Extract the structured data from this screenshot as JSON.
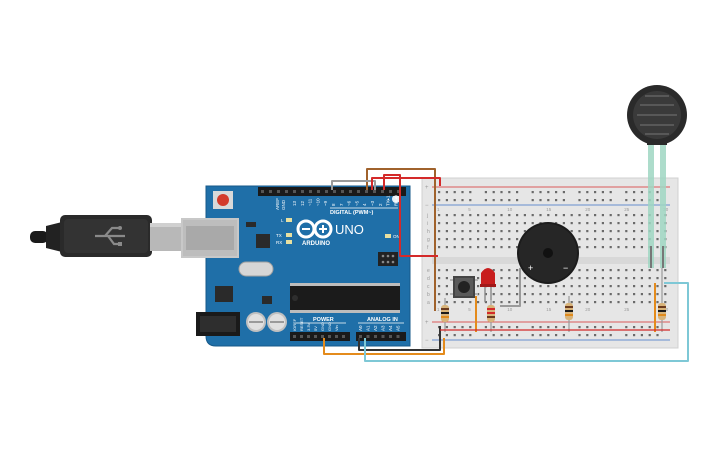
{
  "board": {
    "model": "UNO",
    "brand": "ARDUINO",
    "digital_label": "DIGITAL (PWM~)",
    "power_label": "POWER",
    "analog_label": "ANALOG IN",
    "on_label": "ON",
    "led_l": "L",
    "led_tx": "TX",
    "led_rx": "RX",
    "aref_label": "AREF",
    "gnd_label": "GND",
    "digital_pins": [
      "13",
      "12",
      "~11",
      "~10",
      "~9",
      "8",
      "7",
      "~6",
      "~5",
      "4",
      "~3",
      "2",
      "TX▸1",
      "RX◂0"
    ],
    "power_pins": [
      "IOREF",
      "RESET",
      "3.3V",
      "5V",
      "GND",
      "GND",
      "Vin"
    ],
    "analog_pins": [
      "A0",
      "A1",
      "A2",
      "A3",
      "A4",
      "A5"
    ]
  },
  "breadboard": {
    "plus": "+",
    "minus": "−",
    "rows_top": [
      "j",
      "i",
      "h",
      "g",
      "f"
    ],
    "rows_bottom": [
      "e",
      "d",
      "c",
      "b",
      "a"
    ],
    "columns": [
      "1",
      "5",
      "10",
      "15",
      "20",
      "25",
      "30"
    ]
  },
  "buzzer": {
    "plus": "+",
    "minus": "−"
  },
  "colors": {
    "board": "#1f6fa8",
    "breadboard": "#e6e6e6",
    "wire_red": "#d42a2a",
    "wire_brown": "#a0622c",
    "wire_orange": "#e48b1c",
    "wire_cyan": "#7ec8d6",
    "wire_gray": "#9a9a9a",
    "wire_black": "#333333",
    "sensor_lead": "#9fd6c2",
    "led": "#c81e1e",
    "usb_cable": "#2a2a2a"
  }
}
